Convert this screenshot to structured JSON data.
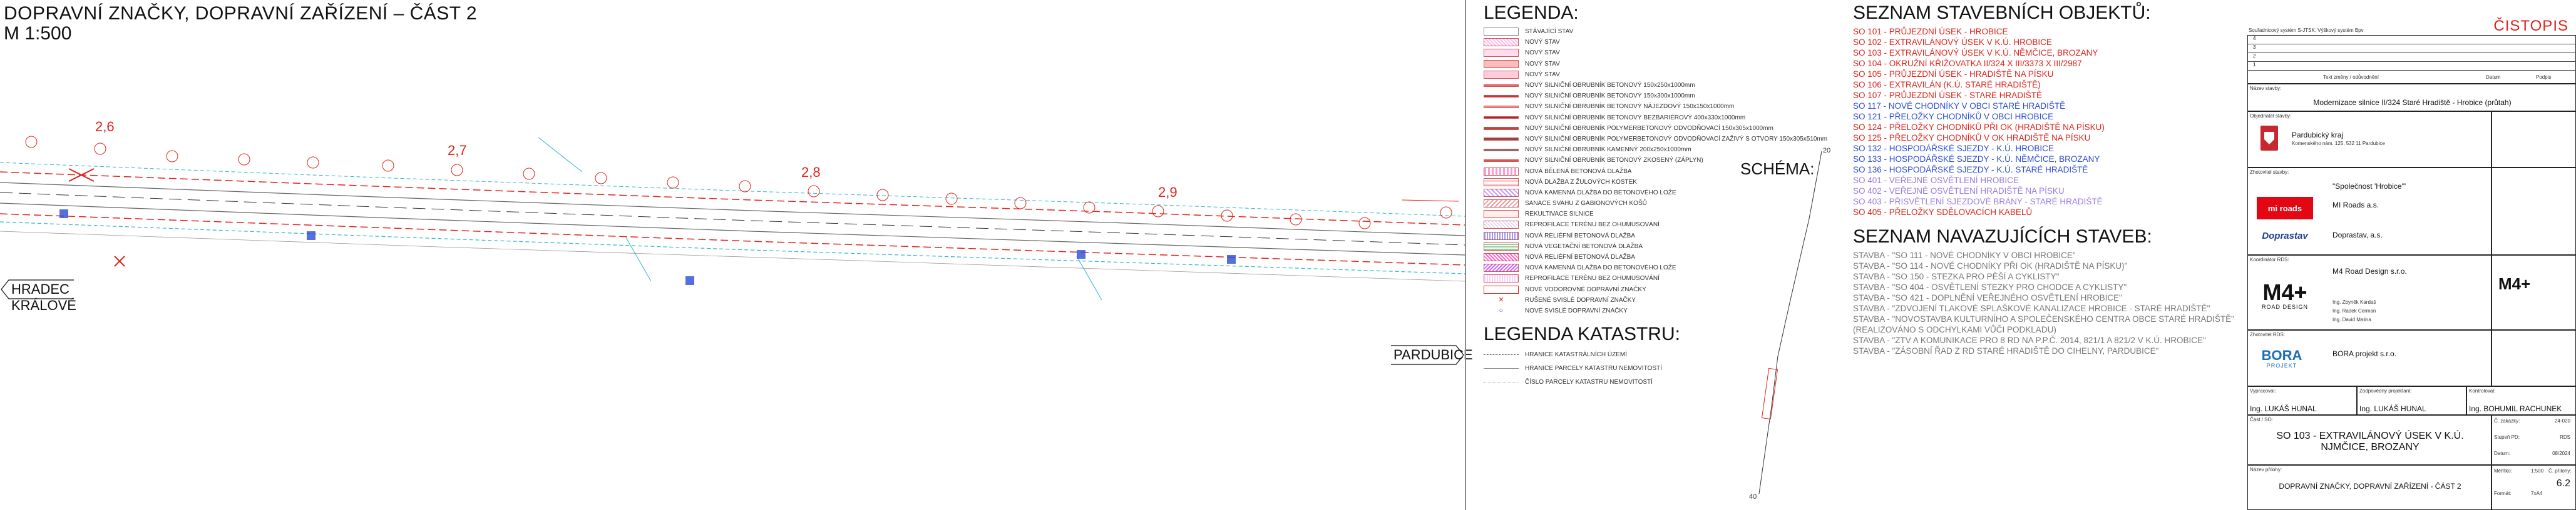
{
  "header": {
    "title": "DOPRAVNÍ ZNAČKY, DOPRAVNÍ ZAŘÍZENÍ – ČÁST 2",
    "scale": "M 1:500"
  },
  "drawing": {
    "dir_left": "HRADEC KRÁLOVÉ",
    "dir_right": "PARDUBICE",
    "chainage_labels": [
      "2,6",
      "2,7",
      "2,8",
      "2,9"
    ],
    "schema_title": "SCHÉMA:",
    "schema_top_mark": "20",
    "schema_bottom_mark": "40"
  },
  "legend": {
    "title": "LEGENDA:",
    "items": [
      "STÁVAJÍCÍ STAV",
      "NOVÝ STAV",
      "NOVÝ STAV",
      "NOVÝ STAV",
      "NOVÝ STAV",
      "NOVÝ SILNIČNÍ OBRUBNÍK BETONOVÝ 150x250x1000mm",
      "NOVÝ SILNIČNÍ OBRUBNÍK BETONOVÝ 150x300x1000mm",
      "NOVÝ SILNIČNÍ OBRUBNÍK BETONOVÝ NÁJEZDOVÝ 150x150x1000mm",
      "NOVÝ SILNIČNÍ OBRUBNÍK BETONOVÝ BEZBARIÉROVÝ 400x330x1000mm",
      "NOVÝ SILNIČNÍ OBRUBNÍK POLYMERBETONOVÝ ODVODŇOVACÍ 150x305x1000mm",
      "NOVÝ SILNIČNÍ OBRUBNÍK POLYMERBETONOVÝ ODVODŇOVACÍ ZAŽIVÝ S OTVORY 150x305x510mm",
      "NOVÝ SILNIČNÍ OBRUBNÍK KAMENNÝ 200x250x1000mm",
      "NOVÝ SILNIČNÍ OBRUBNÍK BETONOVÝ ZKOSENÝ (ZÁPLYN)",
      "NOVÁ BĚLENÁ BETONOVÁ DLAŽBA",
      "NOVÁ DLAŽBA Z ŽULOVÝCH KOSTEK",
      "NOVÁ KAMENNÁ DLAŽBA DO BETONOVÉHO LOŽE",
      "SANACE SVAHU Z GABIONOVÝCH KOŠŮ",
      "REKULTIVACE SILNICE",
      "REPROFILACE TERÉNU BEZ OHUMUSOVÁNÍ",
      "NOVÁ RELIÉFNÍ BETONOVÁ DLAŽBA",
      "NOVÁ VEGETAČNÍ BETONOVÁ DLAŽBA",
      "NOVÁ RELIÉFNÍ BETONOVÁ DLAŽBA",
      "NOVÁ KAMENNÁ DLAŽBA DO BETONOVÉHO LOŽE",
      "REPROFILACE TERÉNU BEZ OHUMUSOVÁNÍ",
      "NOVÉ VODOROVNÉ DOPRAVNÍ ZNAČKY",
      "RUŠENÉ SVISLÉ DOPRAVNÍ ZNAČKY",
      "NOVÉ SVISLÉ DOPRAVNÍ ZNAČKY"
    ],
    "katastr_title": "LEGENDA KATASTRU:",
    "katastr_items": [
      "HRANICE KATASTRÁLNÍCH ÚZEMÍ",
      "HRANICE PARCELY KATASTRU NEMOVITOSTÍ",
      "ČÍSLO PARCELY KATASTRU NEMOVITOSTÍ"
    ]
  },
  "objects": {
    "title": "SEZNAM STAVEBNÍCH OBJEKTŮ:",
    "items": [
      {
        "text": "SO 101 - PRŮJEZDNÍ ÚSEK - HROBICE",
        "color": "#e0231b"
      },
      {
        "text": "SO 102 - EXTRAVILÁNOVÝ ÚSEK V K.Ú. HROBICE",
        "color": "#e0231b"
      },
      {
        "text": "SO 103 - EXTRAVILÁNOVÝ ÚSEK V K.Ú. NĚMČICE, BROZANY",
        "color": "#e0231b"
      },
      {
        "text": "SO 104 - OKRUŽNÍ KŘIŽOVATKA II/324 X III/3373 X III/2987",
        "color": "#e0231b"
      },
      {
        "text": "SO 105 - PRŮJEZDNÍ ÚSEK - HRADIŠTĚ NA PÍSKU",
        "color": "#e0231b"
      },
      {
        "text": "SO 106 - EXTRAVILÁN (K.Ú. STARÉ HRADIŠTĚ)",
        "color": "#e0231b"
      },
      {
        "text": "SO 107 - PRŮJEZDNÍ ÚSEK - STARÉ HRADIŠTĚ",
        "color": "#e0231b"
      },
      {
        "text": "SO 117 - NOVÉ CHODNÍKY V OBCI STARÉ HRADIŠTĚ",
        "color": "#2b4bd6"
      },
      {
        "text": "SO 121 - PŘELOŽKY CHODNÍKŮ V OBCI HROBICE",
        "color": "#2b4bd6"
      },
      {
        "text": "SO 124 - PŘELOŽKY CHODNÍKŮ PŘI OK (HRADIŠTĚ NA PÍSKU)",
        "color": "#e0231b"
      },
      {
        "text": "SO 125 - PŘELOŽKY CHODNÍKŮ V OK HRADIŠTĚ NA PÍSKU",
        "color": "#e0231b"
      },
      {
        "text": "SO 132 - HOSPODÁŘSKÉ SJEZDY - K.Ú. HROBICE",
        "color": "#2b4bd6"
      },
      {
        "text": "SO 133 - HOSPODÁŘSKÉ SJEZDY - K.Ú. NĚMČICE, BROZANY",
        "color": "#2b4bd6"
      },
      {
        "text": "SO 136 - HOSPODÁŘSKÉ SJEZDY - K.Ú. STARÉ HRADIŠTĚ",
        "color": "#2b4bd6"
      },
      {
        "text": "SO 401 - VEŘEJNÉ OSVĚTLENÍ HROBICE",
        "color": "#9b7be0"
      },
      {
        "text": "SO 402 - VEŘEJNÉ OSVĚTLENÍ HRADIŠTĚ NA PÍSKU",
        "color": "#9b7be0"
      },
      {
        "text": "SO 403 - PŘISVĚTLENÍ SJEZDOVÉ BRÁNY - STARÉ HRADIŠTĚ",
        "color": "#9b7be0"
      },
      {
        "text": "SO 405 - PŘELOŽKY SDĚLOVACÍCH KABELŮ",
        "color": "#e0231b"
      }
    ],
    "nav_title": "SEZNAM NAVAZUJÍCÍCH STAVEB:",
    "nav_items": [
      "STAVBA - \"SO 111 - NOVÉ CHODNÍKY V OBCI HROBICE\"",
      "STAVBA - \"SO 114 - NOVÉ CHODNÍKY PŘI OK (HRADIŠTĚ NA PÍSKU)\"",
      "STAVBA - \"SO 150 - STEZKA PRO PĚŠÍ A CYKLISTY\"",
      "STAVBA - \"SO 404 - OSVĚTLENÍ STEZKY PRO CHODCE A CYKLISTY\"",
      "STAVBA - \"SO 421 - DOPLNĚNÍ VEŘEJNÉHO OSVĚTLENÍ HROBICE\"",
      "STAVBA - \"ZDVOJENÍ TLAKOVÉ SPLAŠKOVÉ KANALIZACE HROBICE - STARÉ HRADIŠTĚ\"",
      "STAVBA - \"NOVOSTAVBA KULTURNÍHO A SPOLEČENSKÉHO CENTRA OBCE STARÉ HRADIŠTĚ\"",
      "(REALIZOVÁNO S ODCHYLKAMI VŮČI PODKLADU)",
      "STAVBA - \"ZTV A KOMUNIKACE PRO 8 RD NA P.P.Č. 2014, 821/1 A 821/2 V K.Ú. HROBICE\"",
      "STAVBA - \"ZÁSOBNÍ ŘAD Z RD STARÉ HRADIŠTĚ DO CIHELNY, PARDUBICE\""
    ]
  },
  "titleblock": {
    "top_note": "Souřadnicový systém S-JTSK, Výškový systém Bpv",
    "cistopis": "ČISTOPIS",
    "stavba_label": "Název stavby:",
    "stavba": "Modernizace silnice II/324 Staré Hradiště - Hrobice (průtah)",
    "objednatel_label": "Objednatel stavby:",
    "objednatel": "Pardubický kraj",
    "objednatel_addr": "Komenského nám. 125, 532 11 Pardubice",
    "zhotovitel_label": "Zhotovitel stavby:",
    "zhotovitel": "\"Společnost 'Hrobice'\"",
    "zhot1": "MI Roads a.s.",
    "zhot2": "Doprastav, a.s.",
    "logo1": "mi roads",
    "logo2": "Doprastav",
    "projektant_label": "Koordinátor RDS:",
    "projektant": "M4 Road Design s.r.o.",
    "projektant_person": "Ing. Zbyněk Kardaš",
    "projektant_person2": "Ing. Radek Cerman",
    "projektant_person3": "Ing. David Malina",
    "m4_logo": "M4+",
    "m4_sub": "ROAD DESIGN",
    "bora_label": "Zhotovitel RDS:",
    "bora": "BORA projekt s.r.o.",
    "bora_logo": "BORA",
    "bora_logo_sub": "PROJEKT",
    "vypracoval_label": "Vypracoval:",
    "vypracoval": "Ing. LUKÁŠ HUNAL",
    "zodp_label": "Zodpovědný projektant:",
    "zodp": "Ing. LUKÁŠ HUNAL",
    "kontroloval_label": "Kontroloval:",
    "kontroloval": "Ing. BOHUMIL RACHUNEK",
    "cast_label": "Část / SO:",
    "cast": "SO 103 - EXTRAVILÁNOVÝ ÚSEK V K.Ú. NJMČICE, BROZANY",
    "zak_label": "Č. zakázky:",
    "zak": "24-020",
    "stupen_label": "Stupeň PD:",
    "stupen": "RDS",
    "datum_label": "Datum:",
    "datum": "08/2024",
    "priloha_label": "Název přílohy:",
    "priloha": "DOPRAVNÍ ZNAČKY, DOPRAVNÍ ZAŘÍZENÍ - ČÁST 2",
    "meritko_label": "Měřítko:",
    "meritko": "1:500",
    "cislo_label": "Č. přílohy:",
    "cislo": "6.2",
    "format_label": "Formát:",
    "format": "7xA4",
    "rev_rows": [
      "4",
      "3",
      "2",
      "1"
    ],
    "rev_header": "Text změny / odůvodnění",
    "rev_date": "Datum",
    "rev_sign": "Podpis"
  }
}
